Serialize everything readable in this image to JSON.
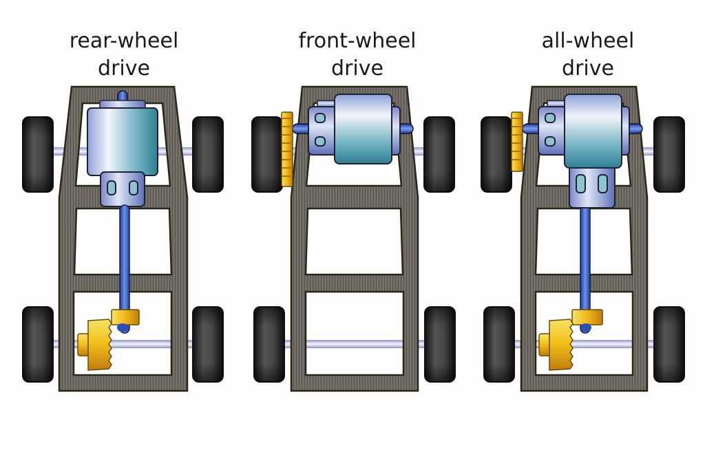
{
  "diagram": {
    "panels": [
      {
        "id": "rear-wheel-drive",
        "title_line1": "rear-wheel",
        "title_line2": "drive",
        "motor": "front-longitudinal",
        "driven_axle": "rear"
      },
      {
        "id": "front-wheel-drive",
        "title_line1": "front-wheel",
        "title_line2": "drive",
        "motor": "front-transverse",
        "driven_axle": "front"
      },
      {
        "id": "all-wheel-drive",
        "title_line1": "all-wheel",
        "title_line2": "drive",
        "motor": "front-transverse-with-driveshaft",
        "driven_axle": "front-and-rear"
      }
    ],
    "colors": {
      "background": "#fdfdfd",
      "chassis": "#6e6a63",
      "chassis_outline": "#3a3420",
      "tire": "#2a2a2a",
      "axle": "#c7cbe8",
      "motor_light": "#e9eef8",
      "motor_dark": "#3f8fa6",
      "driveshaft": "#3c63c9",
      "gear": "#f2c21a",
      "gear_dark": "#c98a10"
    }
  }
}
